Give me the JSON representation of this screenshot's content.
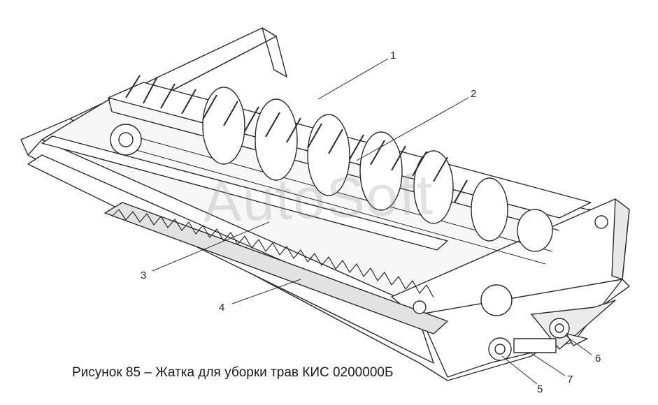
{
  "caption": "Рисунок 85 – Жатка для уборки трав КИС 0200000Б",
  "watermark": "AutoSoft",
  "callouts": [
    "1",
    "2",
    "3",
    "4",
    "5",
    "6",
    "7"
  ],
  "colors": {
    "line": "#2b2b2b",
    "fill": "#ffffff",
    "shade": "#d9d9d9",
    "background": "#ffffff"
  }
}
